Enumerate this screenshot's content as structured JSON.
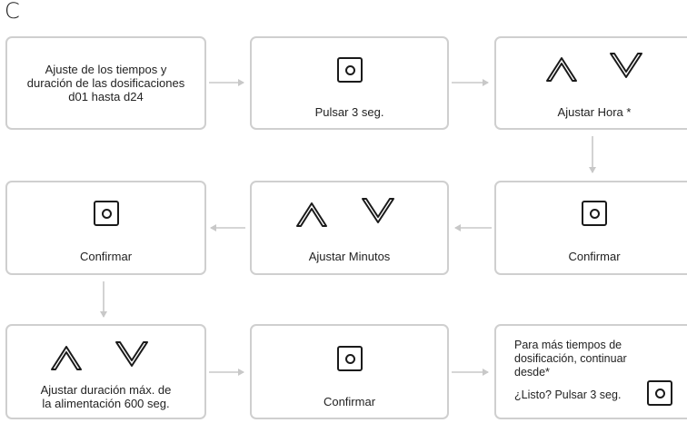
{
  "section_label": "C",
  "steps": [
    {
      "text": "Ajuste de los tiempos y duración de las dosificaciones d01 hasta d24"
    },
    {
      "icon": "button-icon",
      "text": "Pulsar 3 seg."
    },
    {
      "icon": "up-down-arrows-icon",
      "text": "Ajustar Hora *"
    },
    {
      "icon": "button-icon",
      "text": "Confirmar"
    },
    {
      "icon": "up-down-arrows-icon",
      "text": "Ajustar Minutos"
    },
    {
      "icon": "button-icon",
      "text": "Confirmar"
    },
    {
      "icon": "up-down-arrows-icon",
      "text": "Ajustar duración máx. de la alimentación 600 seg."
    },
    {
      "icon": "button-icon",
      "text": "Confirmar"
    },
    {
      "icon": "button-icon",
      "text": "Para más tiempos de dosificación, continuar desde*",
      "text2": "¿Listo? Pulsar 3 seg."
    }
  ],
  "lines": {
    "s1_l1": "Ajuste de los tiempos y",
    "s1_l2": "duración de las dosificaciones",
    "s1_l3": "d01 hasta d24",
    "s7_l1": "Ajustar duración máx. de",
    "s7_l2": "la alimentación 600 seg.",
    "s9_l1": "Para más tiempos de",
    "s9_l2": "dosificación, continuar",
    "s9_l3": "desde*"
  },
  "colors": {
    "box_border": "#cfcfcf",
    "connector": "#c8c8c8",
    "icon": "#1a1a1a"
  }
}
